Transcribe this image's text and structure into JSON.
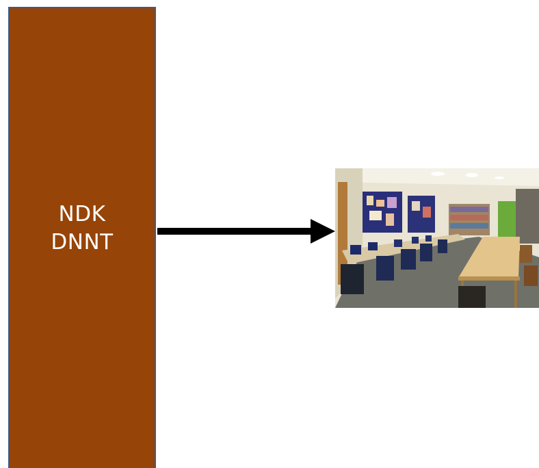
{
  "diagram": {
    "block": {
      "label_line1": "NDK",
      "label_line2": "DNNT",
      "fill_color": "#964407",
      "border_color": "#3c5a8a"
    },
    "arrow": {
      "color": "#000000",
      "direction": "right"
    },
    "photo": {
      "subject": "library-computer-room-photo"
    }
  }
}
